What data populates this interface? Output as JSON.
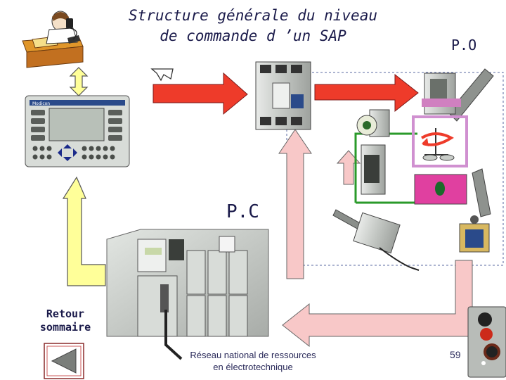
{
  "title_line1": "Structure générale du niveau",
  "title_line2": "de commande d ’un SAP",
  "po_label": "P.O",
  "pc_label": "P.C",
  "retour_line1": "Retour",
  "retour_line2": "sommaire",
  "footer_line1": "Réseau national de ressources",
  "footer_line2": "en électrotechnique",
  "page_number": "59",
  "hmi_brand": "Modicon",
  "colors": {
    "arrow_red": "#ee3b2a",
    "arrow_pink": "#f8c8c8",
    "arrow_yellow": "#ffff99",
    "plc_grey": "#c8ccc8",
    "green_line": "#2a9a2a"
  }
}
